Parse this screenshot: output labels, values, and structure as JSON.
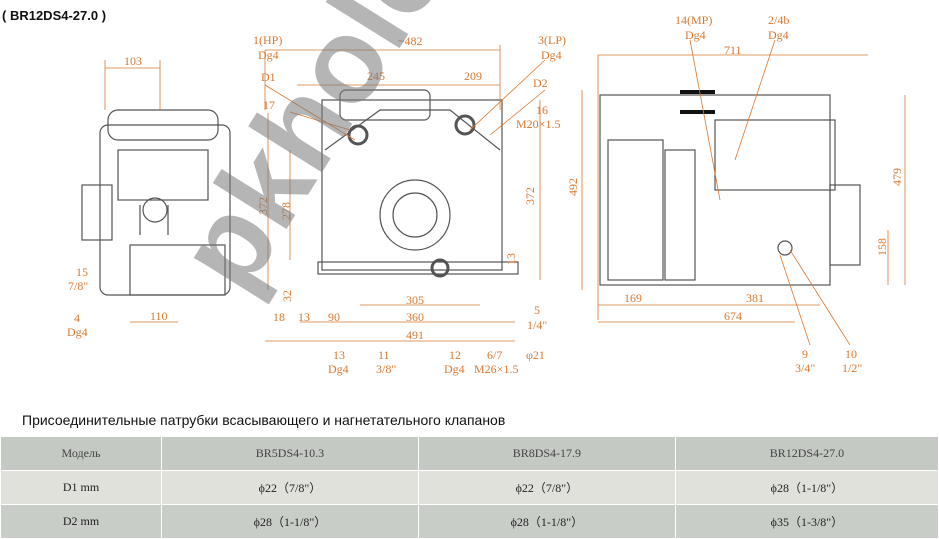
{
  "title": "( BR12DS4-27.0 )",
  "left_view": {
    "w103": "103",
    "n15": "15",
    "s15": "7/8\"",
    "n4": "4",
    "s4": "Dg4",
    "w110": "110"
  },
  "front_view": {
    "hp": "1(HP)",
    "hp_dg": "Dg4",
    "d1": "D1",
    "n17": "17",
    "w482": "~482",
    "w245": "245",
    "w209": "209",
    "lp": "3(LP)",
    "lp_dg": "Dg4",
    "d2": "D2",
    "n16": "16",
    "m20": "M20×1.5",
    "h372a": "372",
    "h278": "278",
    "h372b": "372",
    "h32": "32",
    "h13": "13",
    "n18": "18",
    "w13": "13",
    "w90": "90",
    "w305": "305",
    "w360": "360",
    "w491": "491",
    "n5": "5",
    "s5": "1/4\"",
    "n13": "13",
    "s13": "Dg4",
    "n11": "11",
    "s11": "3/8\"",
    "n12": "12",
    "s12": "Dg4",
    "n67": "6/7",
    "m26": "M26×1.5",
    "phi21": "φ21"
  },
  "side_view": {
    "mp": "14(MP)",
    "mp_dg": "Dg4",
    "n24b": "2/4b",
    "s24b": "Dg4",
    "w711": "711",
    "h492": "492",
    "h479": "479",
    "h158": "158",
    "w169": "169",
    "w381": "381",
    "w674": "674",
    "n9": "9",
    "s9": "3/4\"",
    "n10": "10",
    "s10": "1/2\""
  },
  "caption": "Присоединительные патрубки всасывающего и нагнетательного клапанов",
  "table": {
    "header": [
      "Модель",
      "BR5DS4-10.3",
      "BR8DS4-17.9",
      "BR12DS4-27.0"
    ],
    "rows": [
      [
        "D1   mm",
        "ϕ22（7/8\"）",
        "ϕ22（7/8\"）",
        "ϕ28（1-1/8\"）"
      ],
      [
        "D2   mm",
        "ϕ28（1-1/8\"）",
        "ϕ28（1-1/8\"）",
        "ϕ35（1-3/8\"）"
      ]
    ]
  },
  "watermark": "pkholod.ru",
  "colors": {
    "dimension": "#d9782f",
    "drawing": "#555555",
    "header_bg": "#c4c9c3"
  }
}
